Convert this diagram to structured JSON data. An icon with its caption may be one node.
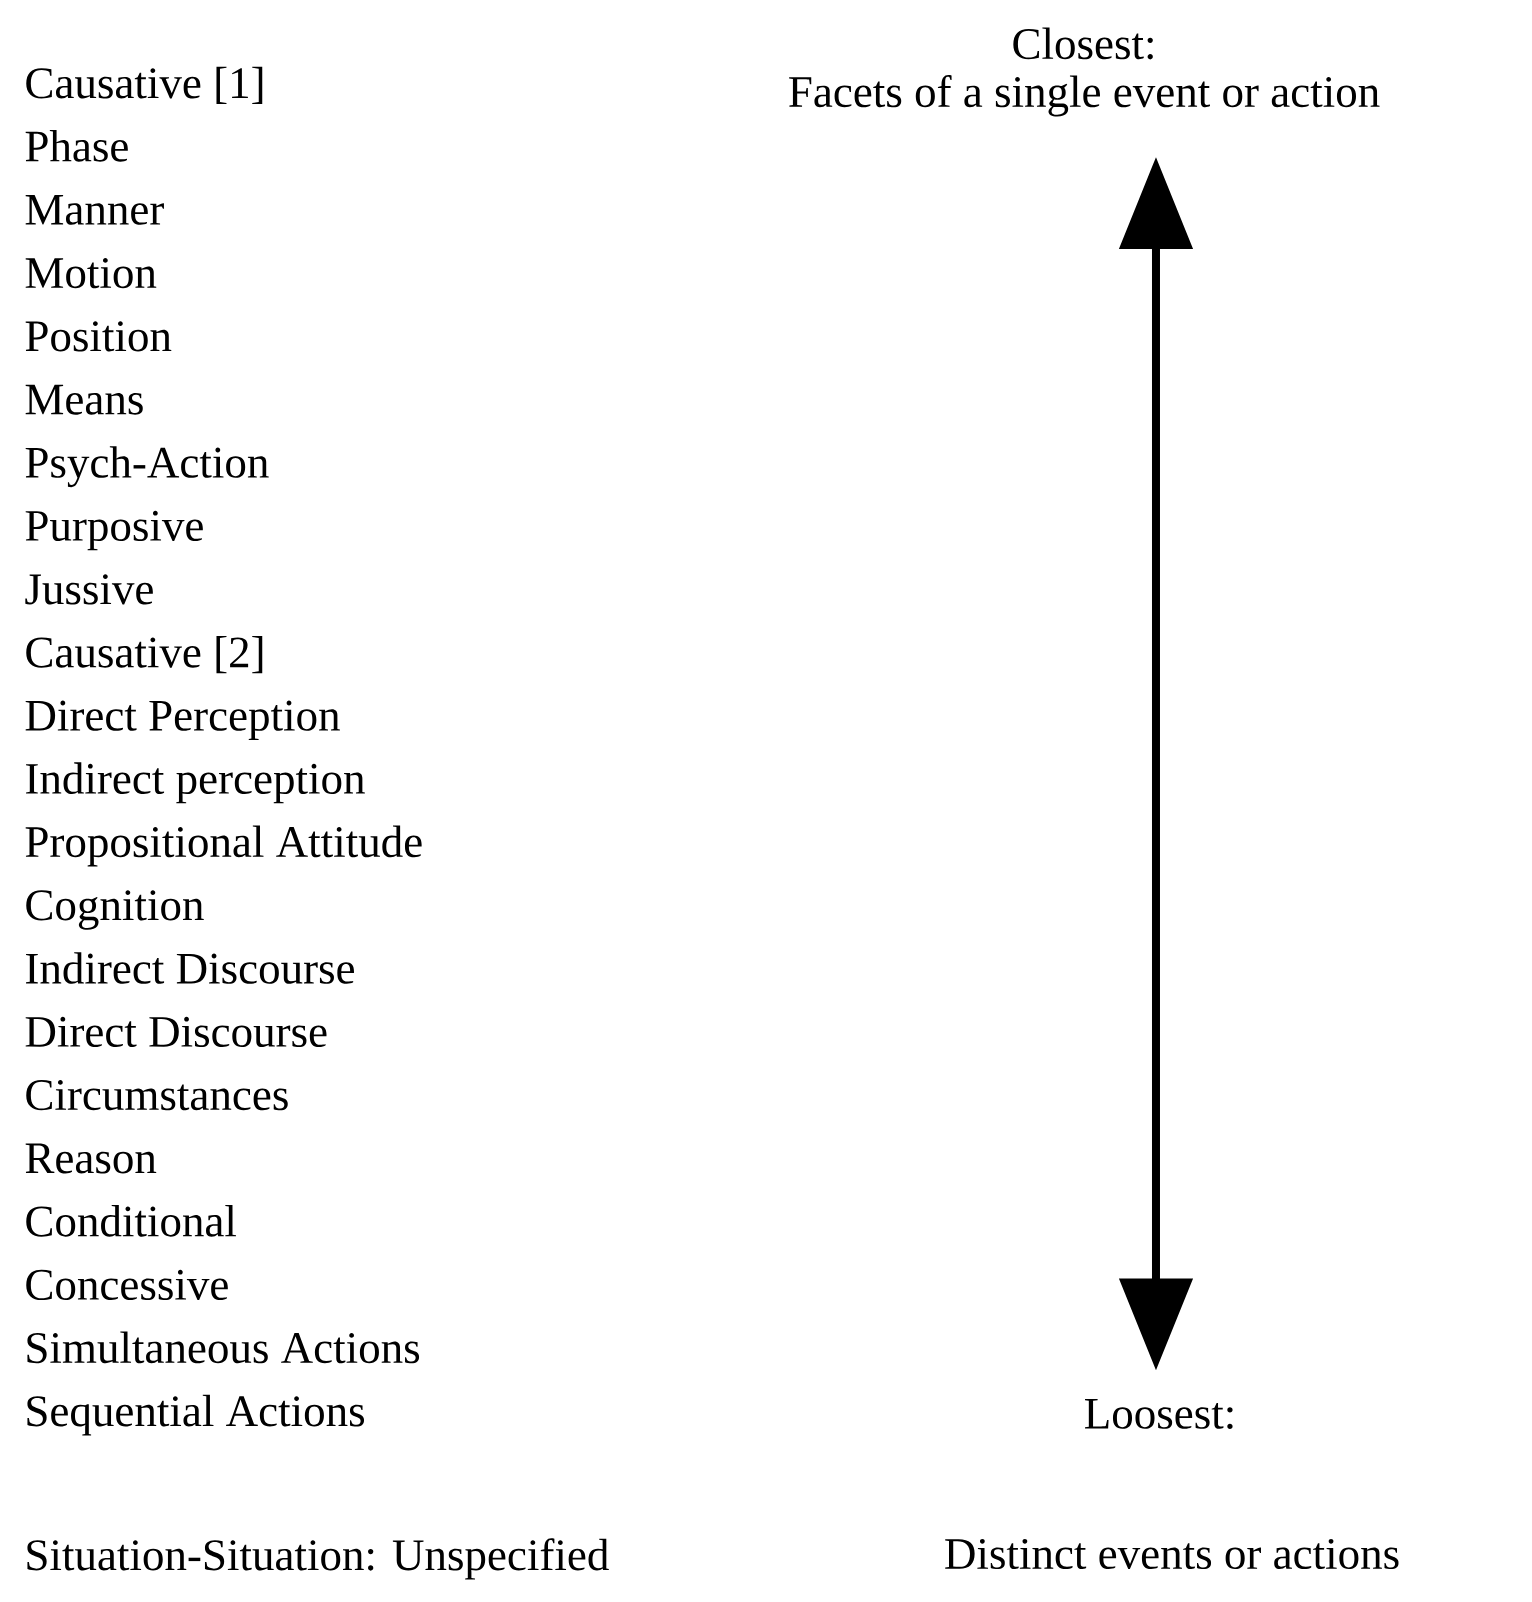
{
  "diagram": {
    "nodes": [
      {
        "text": [
          "Closest:",
          "Facets of a single event or action"
        ]
      },
      {
        "text": [
          "Loosest:",
          "Distinct events or actions"
        ]
      }
    ],
    "edges": [
      {
        "from": 0,
        "to": 1,
        "arrow": "both"
      }
    ],
    "labels": [
      "Causative [1]",
      "Phase",
      "Manner",
      "Motion",
      "Position",
      "Means",
      "Psych-Action",
      "Purposive",
      "Jussive",
      "Causative [2]",
      "Direct Perception",
      "Indirect perception",
      "Propositional Attitude",
      "Cognition",
      "Indirect Discourse",
      "Direct Discourse",
      "Circumstances",
      "Reason",
      "Conditional",
      "Concessive",
      "Simultaneous Actions",
      "Sequential Actions",
      "Situation-Situation: Unspecified"
    ]
  }
}
